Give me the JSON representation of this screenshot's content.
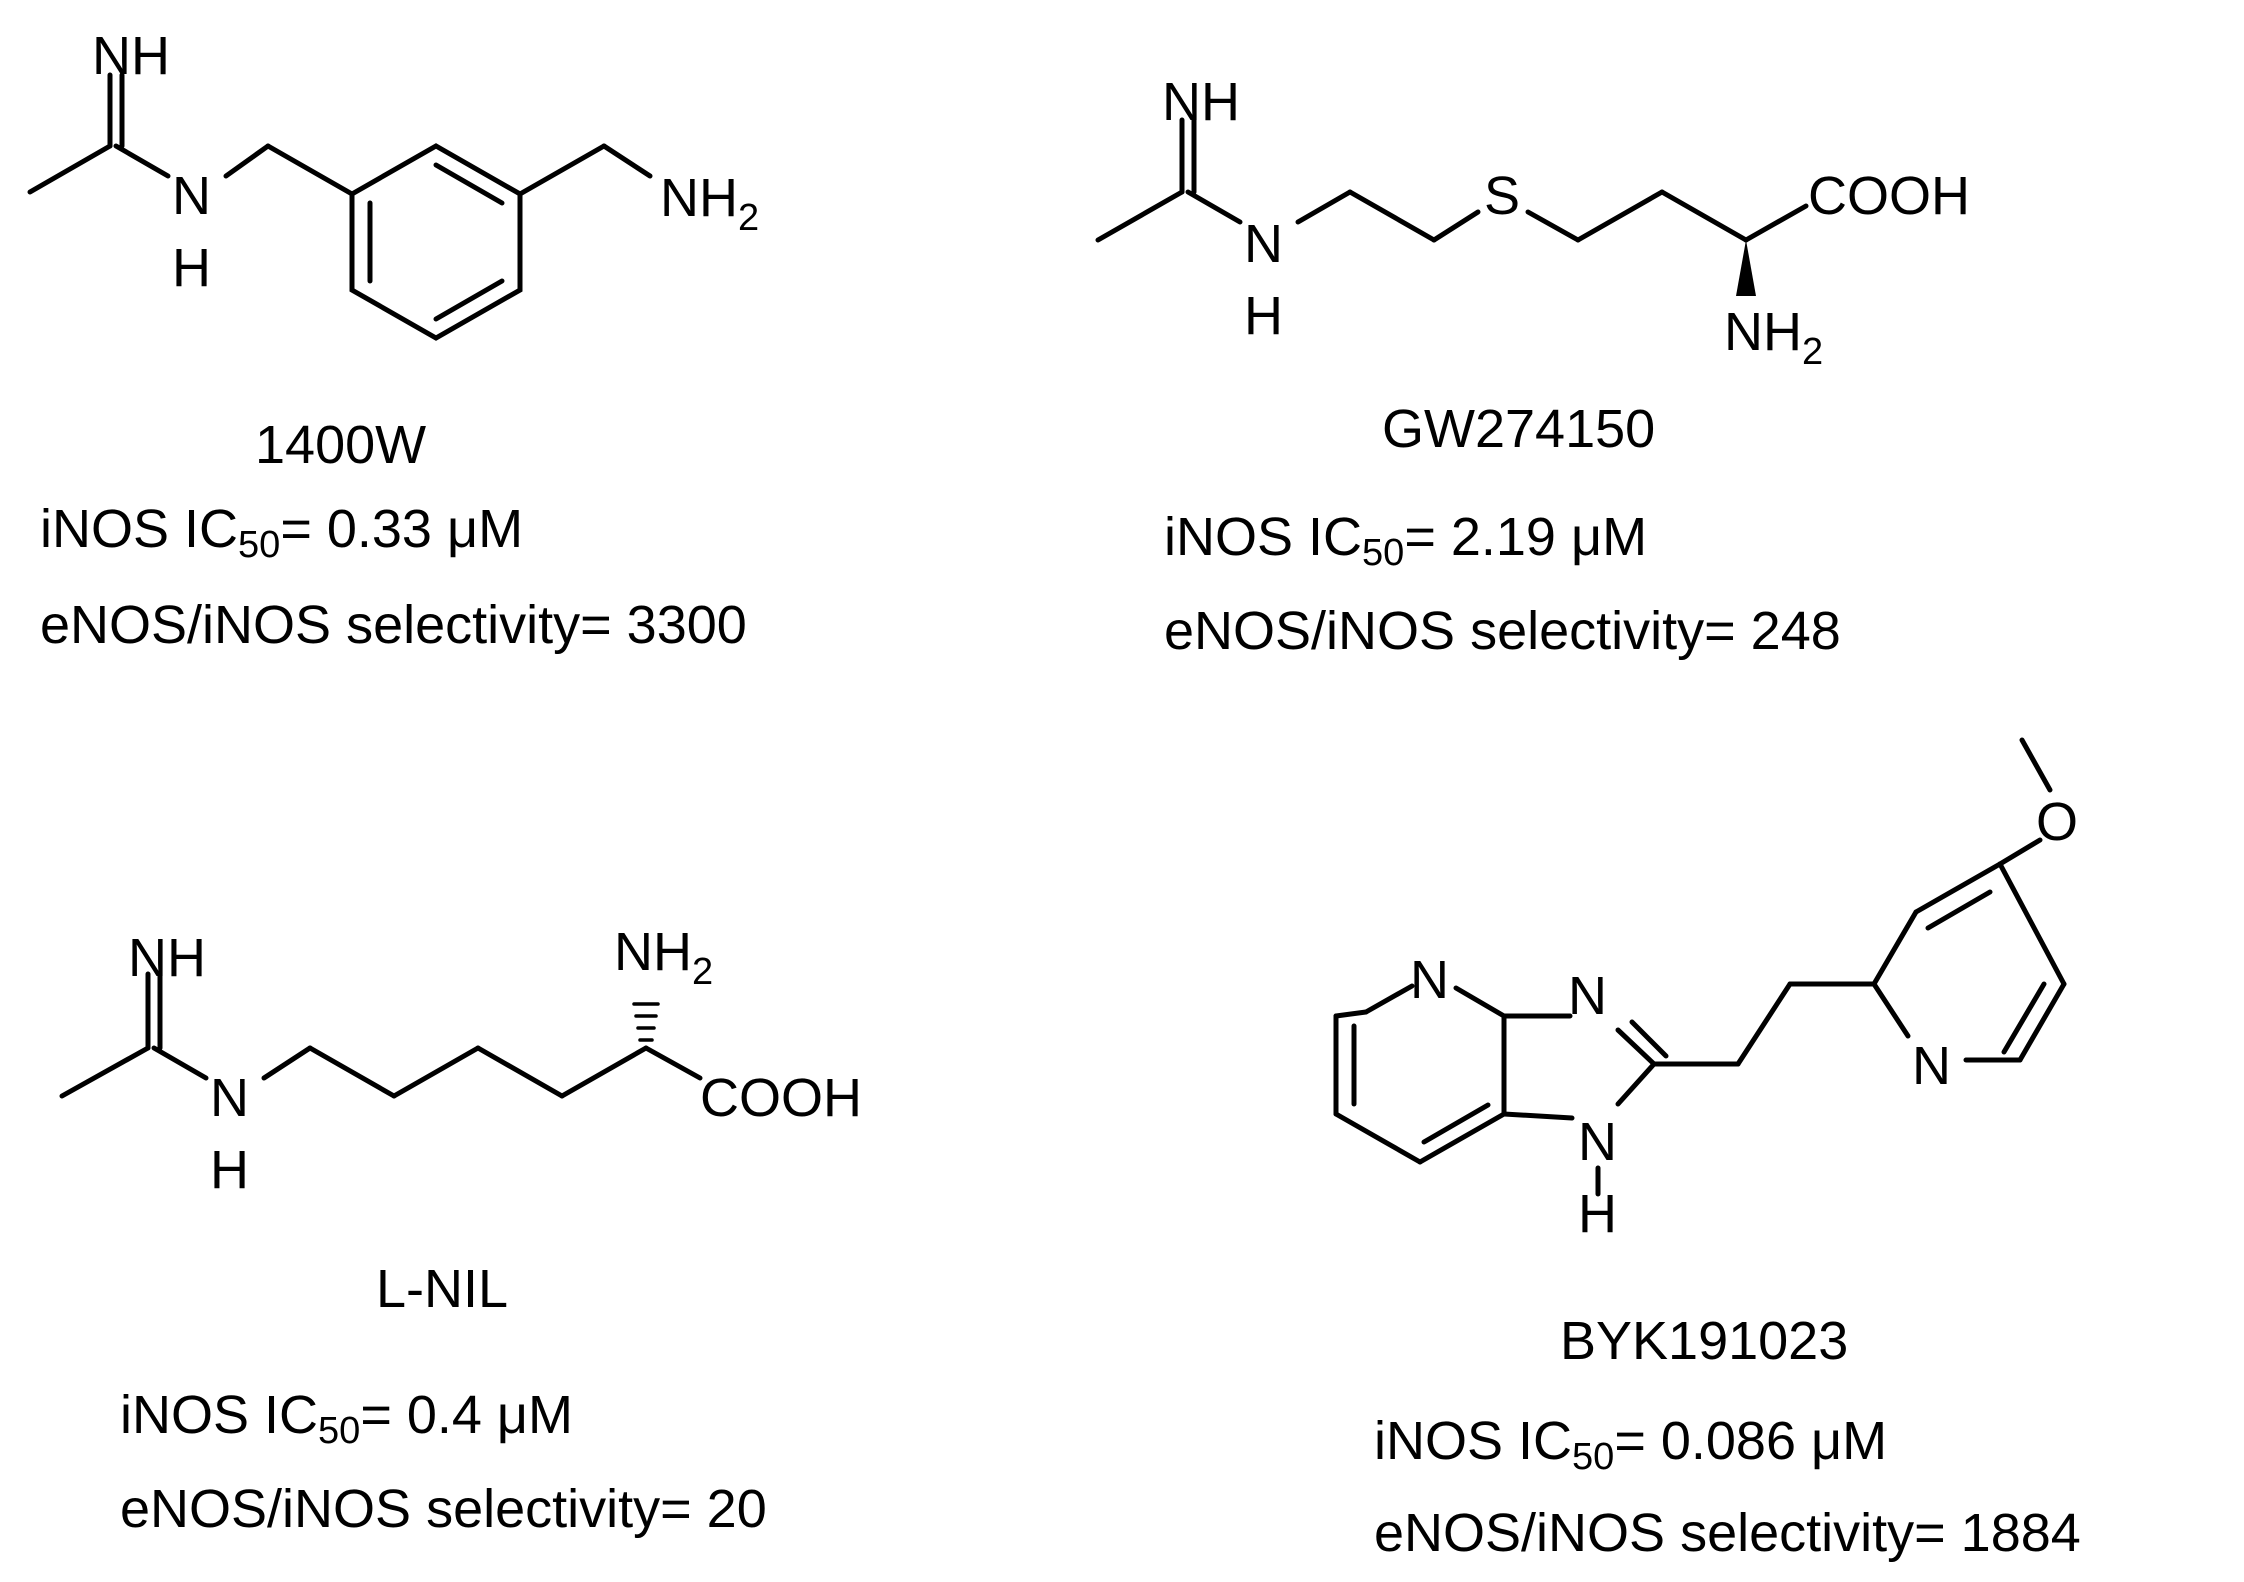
{
  "compounds": [
    {
      "name": "1400W",
      "ic50_prefix": "iNOS IC",
      "ic50_sub": "50",
      "ic50_value": "= 0.33 μM",
      "selectivity": "eNOS/iNOS selectivity= 3300"
    },
    {
      "name": "GW274150",
      "ic50_prefix": "iNOS IC",
      "ic50_sub": "50",
      "ic50_value": "= 2.19 μM",
      "selectivity": "eNOS/iNOS selectivity= 248"
    },
    {
      "name": "L-NIL",
      "ic50_prefix": "iNOS IC",
      "ic50_sub": "50",
      "ic50_value": "= 0.4 μM",
      "selectivity": "eNOS/iNOS selectivity= 20"
    },
    {
      "name": "BYK191023",
      "ic50_prefix": "iNOS IC",
      "ic50_sub": "50",
      "ic50_value": "= 0.086 μM",
      "selectivity": "eNOS/iNOS selectivity= 1884"
    }
  ],
  "atoms": {
    "nh": "NH",
    "n": "N",
    "h": "H",
    "s": "S",
    "o": "O",
    "nh2_main": "NH",
    "nh2_sub": "2",
    "cooh": "COOH"
  }
}
